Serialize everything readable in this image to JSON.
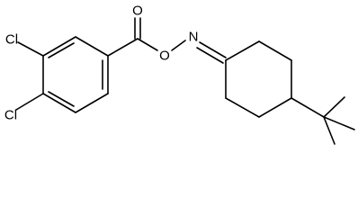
{
  "molecule": {
    "atoms": {
      "cl_upper": "Cl",
      "cl_lower": "Cl",
      "carbonyl_oxygen": "O",
      "ester_oxygen": "O",
      "oxime_nitrogen": "N"
    },
    "colors": {
      "bond": "#000000",
      "label": "#000000",
      "background": "#ffffff"
    }
  }
}
